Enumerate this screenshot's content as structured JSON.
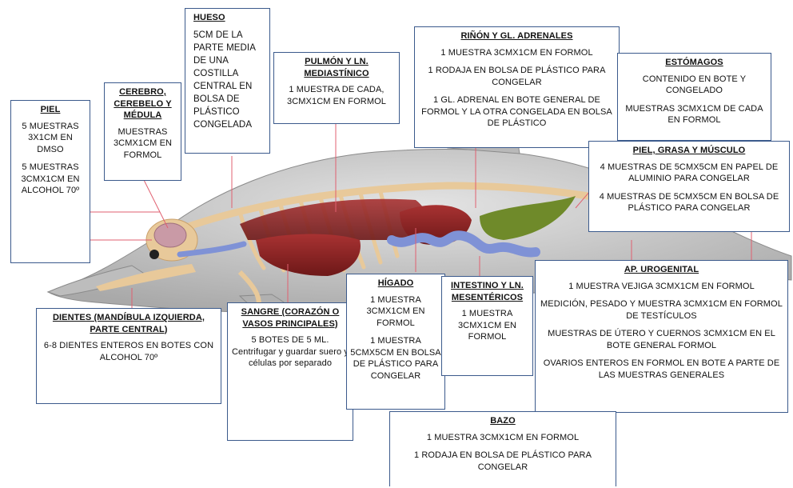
{
  "boxes": {
    "piel": {
      "title": "PIEL",
      "items": [
        "5 MUESTRAS 3X1CM EN DMSO",
        "5 MUESTRAS 3CMX1CM EN ALCOHOL 70º"
      ]
    },
    "cerebro": {
      "title": "CEREBRO, CEREBELO Y MÉDULA",
      "items": [
        "MUESTRAS 3CMX1CM EN FORMOL"
      ]
    },
    "hueso": {
      "title": "HUESO",
      "items": [
        "5CM DE LA PARTE MEDIA DE UNA COSTILLA CENTRAL EN BOLSA DE PLÁSTICO CONGELADA"
      ]
    },
    "pulmon": {
      "title": "PULMÓN Y LN. MEDIASTÍNICO",
      "items": [
        "1 MUESTRA DE CADA, 3CMX1CM EN FORMOL"
      ]
    },
    "rinon": {
      "title": "RIÑÓN Y GL. ADRENALES",
      "items": [
        "1 MUESTRA 3CMX1CM EN FORMOL",
        "1 RODAJA EN BOLSA DE PLÁSTICO PARA CONGELAR",
        "1 GL. ADRENAL EN BOTE GENERAL DE FORMOL Y LA OTRA CONGELADA EN BOLSA DE PLÁSTICO"
      ]
    },
    "estomagos": {
      "title": "ESTÓMAGOS",
      "items": [
        "CONTENIDO EN BOTE Y CONGELADO",
        "MUESTRAS 3CMX1CM DE CADA EN FORMOL"
      ]
    },
    "piel_grasa": {
      "title": "PIEL, GRASA Y MÚSCULO",
      "items": [
        "4 MUESTRAS DE 5CMX5CM EN PAPEL DE ALUMINIO PARA CONGELAR",
        "4 MUESTRAS DE 5CMX5CM EN BOLSA DE PLÁSTICO PARA CONGELAR"
      ]
    },
    "dientes": {
      "title": "DIENTES (MANDÍBULA IZQUIERDA, PARTE CENTRAL)",
      "items": [
        "6-8 DIENTES ENTEROS EN BOTES CON ALCOHOL 70º"
      ]
    },
    "sangre": {
      "title": "SANGRE (CORAZÓN O VASOS PRINCIPALES)",
      "items": [
        "5 BOTES DE 5 ML. Centrifugar y guardar suero y células por separado"
      ]
    },
    "higado": {
      "title": "HÍGADO",
      "items": [
        "1 MUESTRA 3CMX1CM EN FORMOL",
        "1 MUESTRA 5CMX5CM EN BOLSA DE PLÁSTICO PARA CONGELAR"
      ]
    },
    "intestino": {
      "title": "INTESTINO Y LN. MESENTÉRICOS",
      "items": [
        "1 MUESTRA 3CMX1CM EN FORMOL"
      ]
    },
    "urogenital": {
      "title": "AP. UROGENITAL",
      "items": [
        "1 MUESTRA VEJIGA 3CMX1CM EN FORMOL",
        "MEDICIÓN, PESADO Y MUESTRA 3CMX1CM EN FORMOL DE TESTÍCULOS",
        "MUESTRAS DE ÚTERO Y CUERNOS 3CMX1CM EN EL BOTE GENERAL FORMOL",
        "OVARIOS ENTEROS EN FORMOL EN BOTE A PARTE DE LAS MUESTRAS GENERALES"
      ]
    },
    "bazo": {
      "title": "BAZO",
      "items": [
        "1 MUESTRA 3CMX1CM EN FORMOL",
        "1 RODAJA EN BOLSA DE PLÁSTICO PARA CONGELAR"
      ]
    }
  },
  "colors": {
    "box_border": "#3b5a8c",
    "leader_line": "#e06070",
    "body": "#c9c9c9",
    "bone": "#e8c99a",
    "organ": "#8e2424",
    "intestine": "#7f92d6",
    "stomach": "#6f8a2a"
  }
}
